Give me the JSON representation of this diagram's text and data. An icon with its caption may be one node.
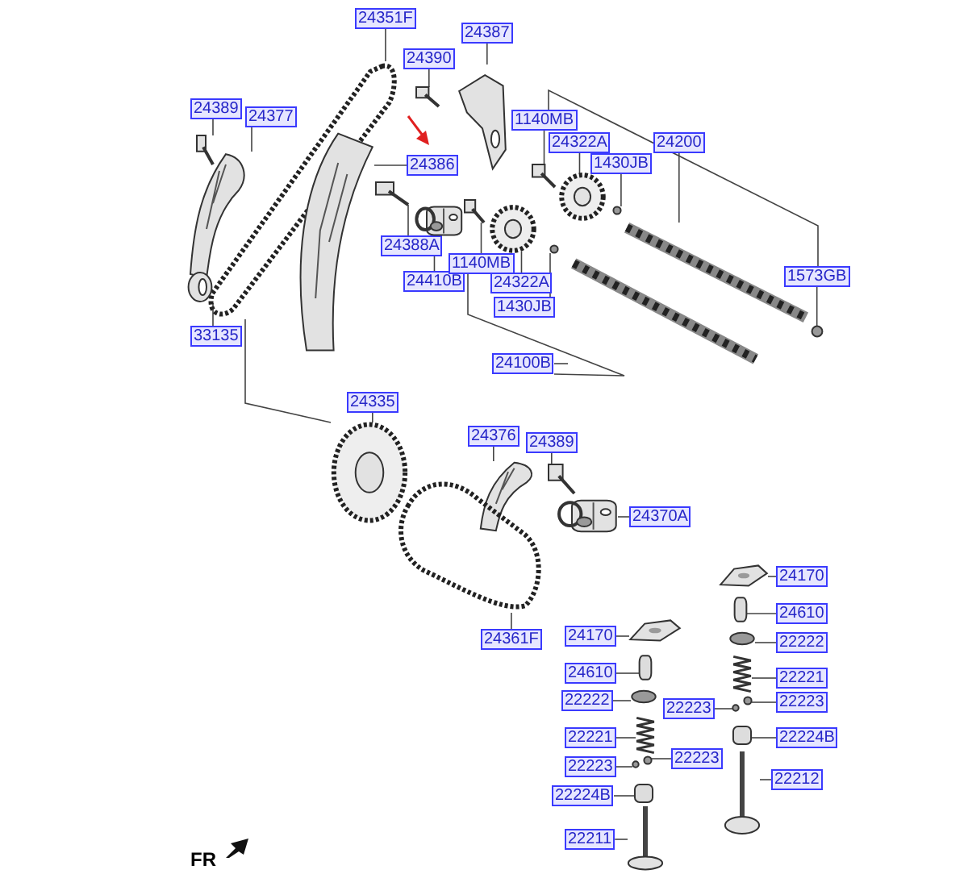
{
  "diagram": {
    "nodes": [
      {
        "text": [
          "24351F"
        ]
      },
      {
        "text": [
          "24387"
        ]
      },
      {
        "text": [
          "24390"
        ]
      },
      {
        "text": [
          "24389"
        ]
      },
      {
        "text": [
          "24377"
        ]
      },
      {
        "text": [
          "24386"
        ]
      },
      {
        "text": [
          "1140MB"
        ]
      },
      {
        "text": [
          "24322A"
        ]
      },
      {
        "text": [
          "1430JB"
        ]
      },
      {
        "text": [
          "24200"
        ]
      },
      {
        "text": [
          "24388A"
        ]
      },
      {
        "text": [
          "24410B"
        ]
      },
      {
        "text": [
          "1140MB"
        ]
      },
      {
        "text": [
          "24322A"
        ]
      },
      {
        "text": [
          "1430JB"
        ]
      },
      {
        "text": [
          "24100B"
        ]
      },
      {
        "text": [
          "1573GB"
        ]
      },
      {
        "text": [
          "33135"
        ]
      },
      {
        "text": [
          "24335"
        ]
      },
      {
        "text": [
          "24376"
        ]
      },
      {
        "text": [
          "24389"
        ]
      },
      {
        "text": [
          "24370A"
        ]
      },
      {
        "text": [
          "24361F"
        ]
      },
      {
        "text": [
          "24170"
        ]
      },
      {
        "text": [
          "24610"
        ]
      },
      {
        "text": [
          "22222"
        ]
      },
      {
        "text": [
          "22221"
        ]
      },
      {
        "text": [
          "22223"
        ]
      },
      {
        "text": [
          "22223"
        ]
      },
      {
        "text": [
          "22224B"
        ]
      },
      {
        "text": [
          "22211"
        ]
      },
      {
        "text": [
          "24170"
        ]
      },
      {
        "text": [
          "24610"
        ]
      },
      {
        "text": [
          "22222"
        ]
      },
      {
        "text": [
          "22221"
        ]
      },
      {
        "text": [
          "22223"
        ]
      },
      {
        "text": [
          "22223"
        ]
      },
      {
        "text": [
          "22224B"
        ]
      },
      {
        "text": [
          "22212"
        ]
      },
      {
        "text": [],
        "shape": "picture"
      },
      {
        "text": [],
        "shape": "picture"
      },
      {
        "text": [],
        "shape": "picture"
      },
      {
        "text": [],
        "shape": "picture"
      },
      {
        "text": [],
        "shape": "picture"
      },
      {
        "text": [],
        "shape": "picture"
      },
      {
        "text": [],
        "shape": "picture"
      },
      {
        "text": [],
        "shape": "picture"
      },
      {
        "text": [],
        "shape": "circle"
      },
      {
        "text": [],
        "shape": "picture"
      },
      {
        "text": [],
        "shape": "picture"
      },
      {
        "text": [],
        "shape": "picture"
      },
      {
        "text": [],
        "shape": "picture"
      },
      {
        "text": [],
        "shape": "picture"
      },
      {
        "text": [],
        "shape": "circle"
      },
      {
        "text": [],
        "shape": "picture"
      },
      {
        "text": [],
        "shape": "circle"
      },
      {
        "text": [],
        "shape": "picture"
      },
      {
        "text": [],
        "shape": "picture"
      },
      {
        "text": [],
        "shape": "picture"
      },
      {
        "text": [],
        "shape": "picture"
      },
      {
        "text": [],
        "shape": "picture"
      },
      {
        "text": [],
        "shape": "picture"
      },
      {
        "text": [],
        "shape": "picture"
      },
      {
        "text": [],
        "shape": "box"
      },
      {
        "text": [],
        "shape": "circle"
      },
      {
        "text": [],
        "shape": "picture"
      },
      {
        "text": [],
        "shape": "circle"
      },
      {
        "text": [],
        "shape": "circle"
      },
      {
        "text": [],
        "shape": "box"
      },
      {
        "text": [],
        "shape": "picture"
      },
      {
        "text": [],
        "shape": "picture"
      },
      {
        "text": [],
        "shape": "box"
      },
      {
        "text": [],
        "shape": "circle"
      },
      {
        "text": [],
        "shape": "picture"
      },
      {
        "text": [],
        "shape": "circle"
      },
      {
        "text": [],
        "shape": "circle"
      },
      {
        "text": [],
        "shape": "box"
      },
      {
        "text": [],
        "shape": "picture"
      }
    ],
    "edges": [
      {
        "from": 0,
        "to": 39,
        "arrow": "none"
      },
      {
        "from": 1,
        "to": 40,
        "arrow": "none"
      },
      {
        "from": 2,
        "to": 41,
        "arrow": "none"
      },
      {
        "from": 3,
        "to": 42,
        "arrow": "none"
      },
      {
        "from": 4,
        "to": 43,
        "arrow": "none"
      },
      {
        "from": 5,
        "to": 44,
        "arrow": "none"
      },
      {
        "from": 6,
        "to": 45,
        "arrow": "none"
      },
      {
        "from": 7,
        "to": 46,
        "arrow": "none"
      },
      {
        "from": 8,
        "to": 47,
        "arrow": "none"
      },
      {
        "from": 9,
        "to": 48,
        "arrow": "none"
      },
      {
        "from": 10,
        "to": 49,
        "arrow": "none"
      },
      {
        "from": 11,
        "to": 50,
        "arrow": "none"
      },
      {
        "from": 12,
        "to": 51,
        "arrow": "none"
      },
      {
        "from": 13,
        "to": 52,
        "arrow": "none"
      },
      {
        "from": 14,
        "to": 53,
        "arrow": "none"
      },
      {
        "from": 15,
        "to": 54,
        "arrow": "none"
      },
      {
        "from": 16,
        "to": 55,
        "arrow": "none"
      },
      {
        "from": 17,
        "to": 56,
        "arrow": "none"
      },
      {
        "from": 18,
        "to": 57,
        "arrow": "none"
      },
      {
        "from": 19,
        "to": 58,
        "arrow": "none"
      },
      {
        "from": 20,
        "to": 59,
        "arrow": "none"
      },
      {
        "from": 21,
        "to": 60,
        "arrow": "none"
      },
      {
        "from": 22,
        "to": 61,
        "arrow": "none"
      },
      {
        "from": 23,
        "to": 62,
        "arrow": "none"
      },
      {
        "from": 24,
        "to": 63,
        "arrow": "none"
      },
      {
        "from": 25,
        "to": 64,
        "arrow": "none"
      },
      {
        "from": 26,
        "to": 65,
        "arrow": "none"
      },
      {
        "from": 27,
        "to": 66,
        "arrow": "none"
      },
      {
        "from": 28,
        "to": 67,
        "arrow": "none"
      },
      {
        "from": 29,
        "to": 68,
        "arrow": "none"
      },
      {
        "from": 30,
        "to": 69,
        "arrow": "none"
      },
      {
        "from": 31,
        "to": 70,
        "arrow": "none"
      },
      {
        "from": 32,
        "to": 71,
        "arrow": "none"
      },
      {
        "from": 33,
        "to": 72,
        "arrow": "none"
      },
      {
        "from": 34,
        "to": 73,
        "arrow": "none"
      },
      {
        "from": 35,
        "to": 74,
        "arrow": "none"
      },
      {
        "from": 36,
        "to": 75,
        "arrow": "none"
      },
      {
        "from": 37,
        "to": 76,
        "arrow": "none"
      },
      {
        "from": 38,
        "to": 77,
        "arrow": "none"
      },
      {
        "from": 39,
        "to": 57,
        "arrow": "none"
      },
      {
        "from": 6,
        "to": 16,
        "arrow": "none"
      },
      {
        "from": 12,
        "to": 15,
        "arrow": "none"
      }
    ],
    "labels": [
      "FR"
    ]
  }
}
